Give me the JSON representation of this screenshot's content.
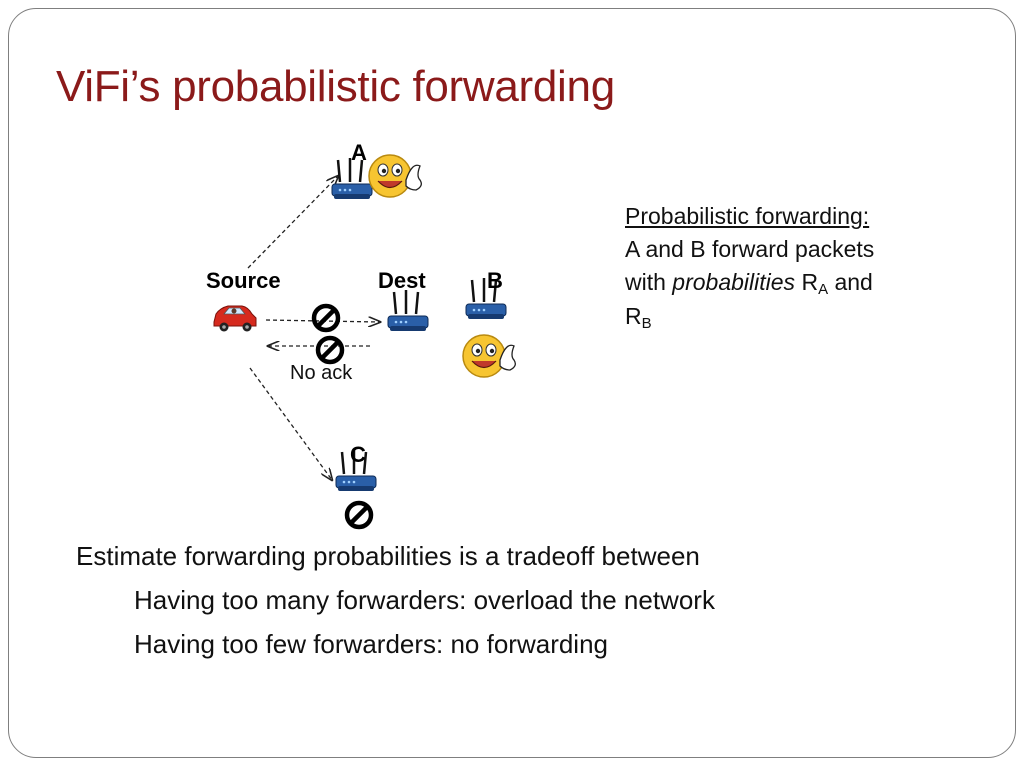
{
  "slide": {
    "title": "ViFi’s probabilistic forwarding"
  },
  "diagram": {
    "nodes": {
      "source": "Source",
      "dest": "Dest",
      "a": "A",
      "b": "B",
      "c": "C"
    },
    "no_ack_label": "No ack",
    "icons": {
      "car": "car-icon",
      "router": "wireless-router-icon",
      "smiley": "thumbs-up-smiley-icon",
      "blocked": "no-sign-icon"
    },
    "colors": {
      "title": "#8b1a1a",
      "router_body": "#2a5fa8",
      "car": "#d62a1e",
      "smiley": "#f7c531",
      "blocked": "#000000"
    }
  },
  "note": {
    "heading": "Probabilistic forwarding:",
    "line1": "A and B forward packets",
    "line2_prefix": "with",
    "line2_italic": "probabilities",
    "r_letter": "R",
    "sub_a": "A",
    "and_word": "and",
    "sub_b": "B"
  },
  "bullets": {
    "main": "Estimate forwarding probabilities is a tradeoff between",
    "sub1": "Having too many forwarders: overload the network",
    "sub2": "Having too few forwarders: no forwarding"
  }
}
